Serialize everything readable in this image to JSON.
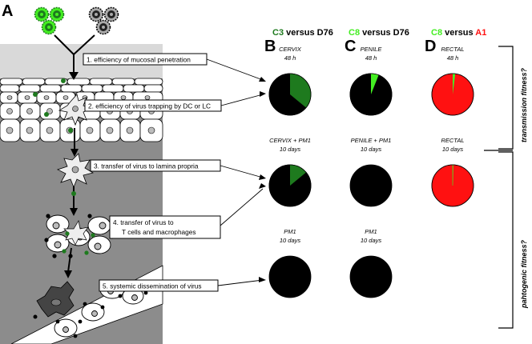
{
  "panel_a": {
    "letter": "A",
    "steps": [
      {
        "label": "1. efficiency of mucosal penetration"
      },
      {
        "label": "2. efficiency of virus trapping by DC or LC"
      },
      {
        "label": "3. transfer of virus to lamina propria"
      },
      {
        "line1": "4. transfer of virus to",
        "line2": "T cells and macrophages"
      },
      {
        "label": "5. systemic dissemination of virus"
      }
    ]
  },
  "panel_b": {
    "letter": "B",
    "header": {
      "a": "C3",
      "vs": " versus ",
      "b": "D76"
    },
    "pies": [
      {
        "title1": "CERVIX",
        "title2": "48 h"
      },
      {
        "title1": "CERVIX + PM1",
        "title2": "10 days"
      },
      {
        "title1": "PM1",
        "title2": "10 days"
      }
    ]
  },
  "panel_c": {
    "letter": "C",
    "header": {
      "a": "C8",
      "vs": " versus ",
      "b": "D76"
    },
    "pies": [
      {
        "title1": "PENILE",
        "title2": "48 h"
      },
      {
        "title1": "PENILE + PM1",
        "title2": "10 days"
      },
      {
        "title1": "PM1",
        "title2": "10 days"
      }
    ]
  },
  "panel_d": {
    "letter": "D",
    "header": {
      "a": "C8",
      "vs": " versus ",
      "b": "A1"
    },
    "pies": [
      {
        "title1": "RECTAL",
        "title2": "48 h"
      },
      {
        "title1": "RECTAL",
        "title2": "10 days"
      }
    ]
  },
  "side_labels": {
    "transmission": "transmission fitness?",
    "pathogenic": "pahtogenic fitness?"
  },
  "colors": {
    "dark_green": "#1e7a1e",
    "bright_green": "#44ee22",
    "red": "#ff1111",
    "black": "#000000",
    "tissue_dark": "#8c8c8c",
    "tissue_light": "#d9d9d9"
  },
  "pie_fractions": {
    "cervix_48h": {
      "C3": 0.36,
      "D76": 0.64
    },
    "cervix_pm1_10d": {
      "C3": 0.14,
      "D76": 0.86
    },
    "pm1_b_10d": {
      "C3": 0.0,
      "D76": 1.0
    },
    "penile_48h": {
      "C8": 0.06,
      "D76": 0.94
    },
    "penile_pm1_10d": {
      "C8": 0.0,
      "D76": 1.0
    },
    "pm1_c_10d": {
      "C8": 0.0,
      "D76": 1.0
    },
    "rectal_48h": {
      "C8": 0.02,
      "A1": 0.98
    },
    "rectal_10d": {
      "C8": 0.003,
      "A1": 0.997
    }
  }
}
